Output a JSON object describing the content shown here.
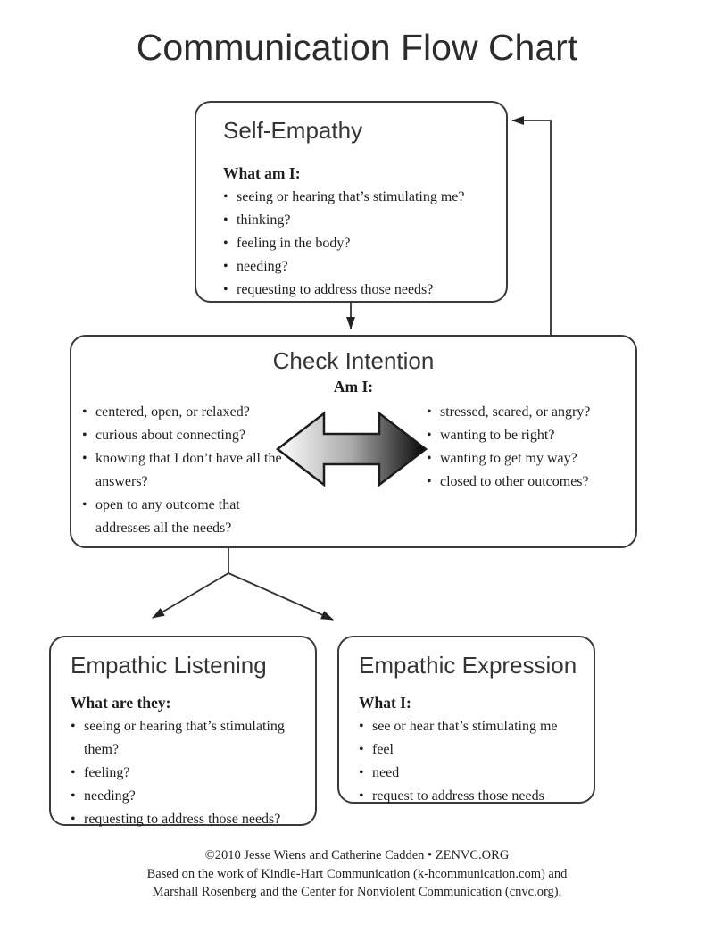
{
  "title": "Communication Flow Chart",
  "boxes": {
    "self_empathy": {
      "heading": "Self-Empathy",
      "lead": "What am I:",
      "items": [
        "seeing or hearing that’s stimulating me?",
        "thinking?",
        "feeling in the body?",
        "needing?",
        "requesting to address those needs?"
      ]
    },
    "check_intention": {
      "heading": "Check Intention",
      "lead": "Am I:",
      "left_items": [
        "centered, open, or relaxed?",
        "curious about connecting?",
        "knowing that I don’t have all the answers?",
        "open to any outcome that addresses all the needs?"
      ],
      "right_items": [
        "stressed, scared, or angry?",
        "wanting to be right?",
        "wanting to get my way?",
        "closed to other outcomes?"
      ]
    },
    "empathic_listening": {
      "heading": "Empathic Listening",
      "lead": "What are they:",
      "items": [
        "seeing or hearing that’s stimulating them?",
        "feeling?",
        "needing?",
        "requesting to address those needs?"
      ]
    },
    "empathic_expression": {
      "heading": "Empathic Expression",
      "lead": "What I:",
      "items": [
        "see or hear that’s stimulating me",
        "feel",
        "need",
        "request to address those needs"
      ]
    }
  },
  "footer": {
    "lines": [
      "©2010  Jesse Wiens and Catherine Cadden • ZENVC.ORG",
      "Based on the work of Kindle-Hart Communication (k-hcommunication.com) and",
      "Marshall Rosenberg and the Center for Nonviolent Communication (cnvc.org)."
    ]
  },
  "colors": {
    "background": "#ffffff",
    "ink": "#222222",
    "box_border": "#3a3a3a",
    "connector": "#333333",
    "arrow_gradient_start": "#ffffff",
    "arrow_gradient_mid": "#a9a9a9",
    "arrow_gradient_end": "#050505"
  }
}
